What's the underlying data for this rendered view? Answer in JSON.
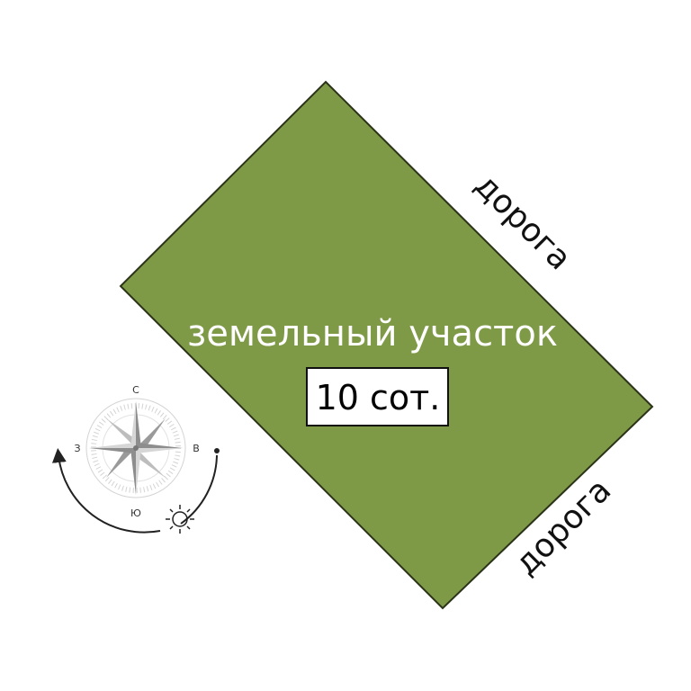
{
  "plot": {
    "title": "земельный участок",
    "area": "10 сот.",
    "fill_color": "#7f9a47",
    "border_color": "#2b3318"
  },
  "roads": {
    "north_east": "дорога",
    "south_east": "дорога"
  },
  "compass": {
    "north": "С",
    "south": "Ю",
    "west": "З",
    "east": "В",
    "rose_icon": "compass-rose-icon",
    "sun_icon": "sun-icon",
    "sun_path_icon": "sun-path-arrow-icon"
  }
}
